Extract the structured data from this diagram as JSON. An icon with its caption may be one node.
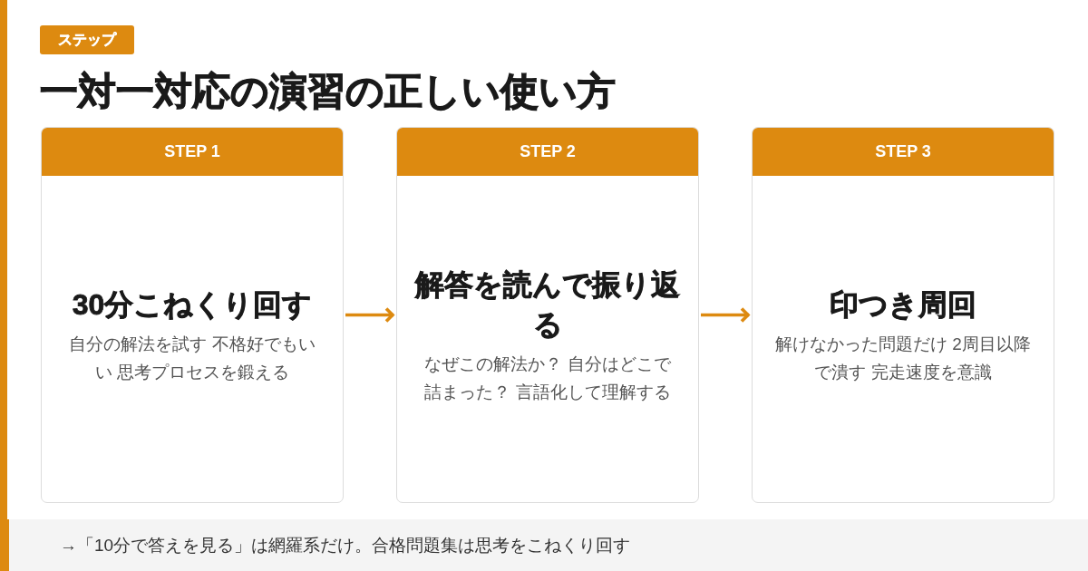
{
  "diagram": {
    "title": "一対一対応の演習の正しい使い方",
    "nodes": [
      {
        "text": [
          "ステップ"
        ]
      },
      {
        "text": [
          "STEP 1",
          "30分こねくり回す",
          "自分の解法を試す 不格好でもいい 思考プロセスを鍛える"
        ]
      },
      {
        "text": [
          "STEP 2",
          "解答を読んで振り返る",
          "なぜこの解法か？ 自分はどこで詰まった？ 言語化して理解する"
        ]
      },
      {
        "text": [
          "STEP 3",
          "印つき周回",
          "解けなかった問題だけ 2周目以降で潰す 完走速度を意識"
        ]
      },
      {
        "text": [
          "→「10分で答えを見る」は網羅系だけ。合格問題集は思考をこねくり回す"
        ]
      }
    ],
    "edges": [
      {
        "from": 1,
        "to": 2,
        "arrow": "to"
      },
      {
        "from": 2,
        "to": 3,
        "arrow": "to"
      }
    ]
  }
}
